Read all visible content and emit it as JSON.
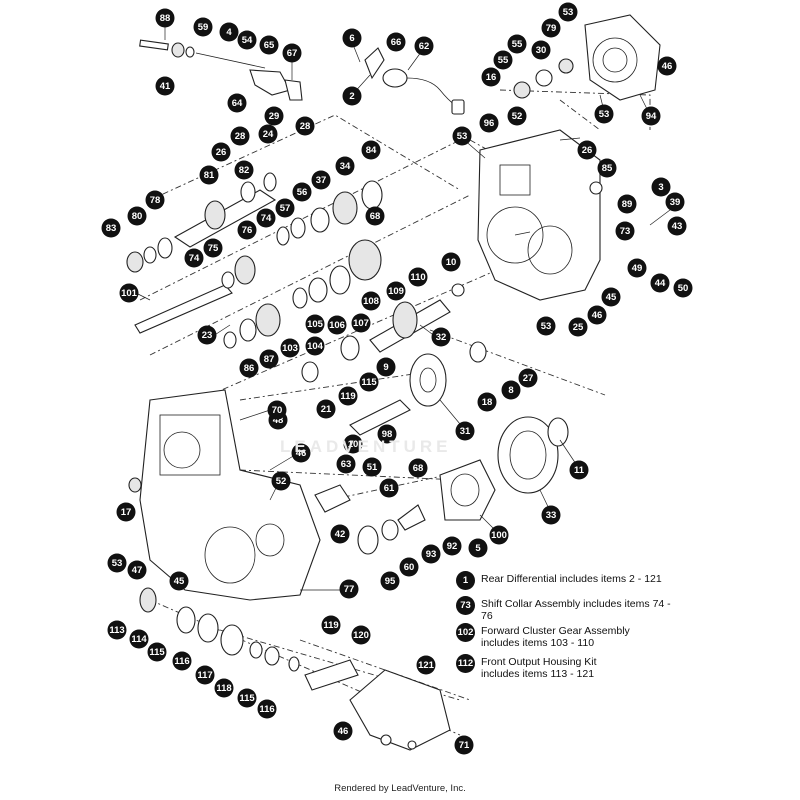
{
  "watermark": "LEADVENTURE",
  "footer": "Rendered by LeadVenture, Inc.",
  "legend": [
    {
      "num": "1",
      "text": "Rear Differential includes items 2 - 121"
    },
    {
      "num": "73",
      "text": "Shift Collar Assembly includes items 74 - 76"
    },
    {
      "num": "102",
      "text": "Forward Cluster Gear Assembly\nincludes items 103 - 110"
    },
    {
      "num": "112",
      "text": "Front Output Housing Kit\nincludes items 113 - 121"
    }
  ],
  "callouts": [
    "88",
    "59",
    "4",
    "54",
    "65",
    "67",
    "41",
    "64",
    "6",
    "66",
    "62",
    "2",
    "53",
    "79",
    "55",
    "30",
    "55",
    "16",
    "46",
    "94",
    "53",
    "52",
    "96",
    "53",
    "26",
    "85",
    "29",
    "28",
    "28",
    "24",
    "26",
    "82",
    "81",
    "34",
    "84",
    "56",
    "37",
    "57",
    "74",
    "76",
    "78",
    "80",
    "83",
    "68",
    "73",
    "3",
    "89",
    "39",
    "43",
    "74",
    "75",
    "49",
    "44",
    "50",
    "45",
    "10",
    "110",
    "109",
    "108",
    "101",
    "107",
    "106",
    "105",
    "104",
    "103",
    "87",
    "86",
    "23",
    "32",
    "9",
    "115",
    "119",
    "21",
    "48",
    "18",
    "8",
    "27",
    "70",
    "10",
    "98",
    "31",
    "46",
    "11",
    "63",
    "51",
    "68",
    "61",
    "52",
    "17",
    "42",
    "60",
    "93",
    "92",
    "5",
    "100",
    "33",
    "53",
    "47",
    "45",
    "77",
    "95",
    "113",
    "114",
    "115",
    "116",
    "117",
    "118",
    "115",
    "116",
    "119",
    "120",
    "121",
    "46",
    "71",
    "46",
    "53",
    "25",
    "3",
    "102",
    "112",
    "1"
  ]
}
